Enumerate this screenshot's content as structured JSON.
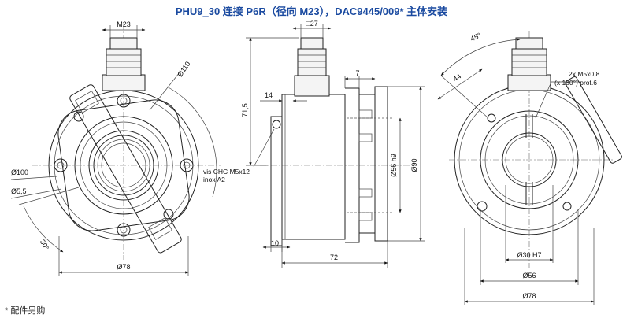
{
  "title": "PHU9_30 连接 P6R（径向 M23），DAC9445/009* 主体安装",
  "footnote": "* 配件另购",
  "front_view": {
    "dim_m23": "M23",
    "dim_d110": "Ø110",
    "dim_d100": "Ø100",
    "dim_d5_5": "Ø5,5",
    "dim_30deg": "30°",
    "dim_d78": "Ø78"
  },
  "side_view": {
    "dim_sq27": "□27",
    "dim_71_5": "71,5",
    "dim_14": "14",
    "dim_7": "7",
    "dim_d56h9": "Ø56 h9",
    "dim_d90": "Ø90",
    "dim_10": "10",
    "dim_72": "72",
    "screw_note_1": "vis CHC M5x12",
    "screw_note_2": "inox A2"
  },
  "rear_view": {
    "dim_45deg": "45°",
    "dim_44": "44",
    "thread_note_1": "2x M5x0,8",
    "thread_note_2": "(x 180°) prof.6",
    "dim_d30h7": "Ø30 H7",
    "dim_d56": "Ø56",
    "dim_d78": "Ø78"
  }
}
